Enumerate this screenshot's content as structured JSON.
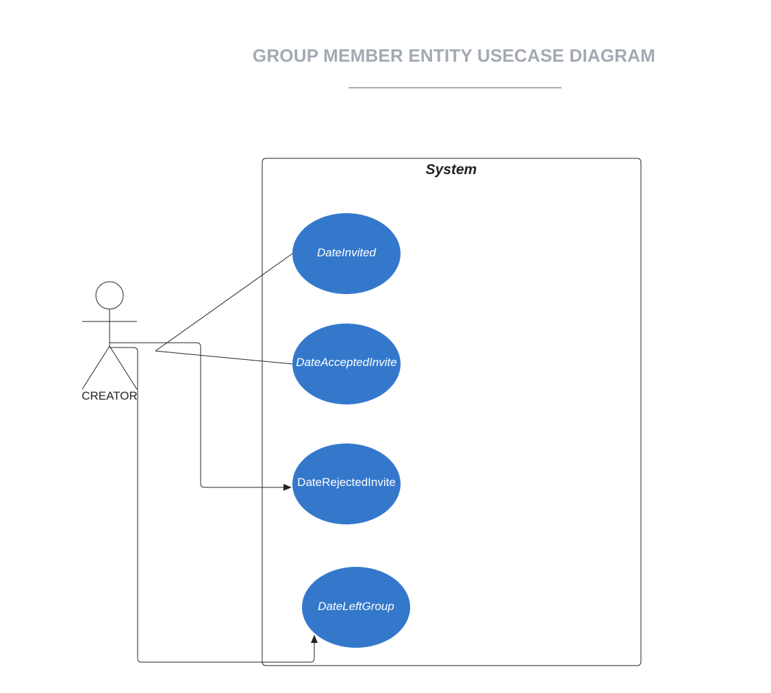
{
  "title": "GROUP MEMBER ENTITY USECASE DIAGRAM",
  "system": {
    "label": "System"
  },
  "actor": {
    "label": "CREATOR"
  },
  "use_cases": [
    {
      "id": "date-invited",
      "label": "DateInvited",
      "italic": true
    },
    {
      "id": "date-accepted-invite",
      "label": "DateAcceptedInvite",
      "italic": true
    },
    {
      "id": "date-rejected-invite",
      "label": "DateRejectedInvite",
      "italic": false
    },
    {
      "id": "date-left-group",
      "label": "DateLeftGroup",
      "italic": true
    }
  ],
  "colors": {
    "use_case_fill": "#3478cc",
    "title": "#a3a9b3",
    "lines": "#222222"
  }
}
